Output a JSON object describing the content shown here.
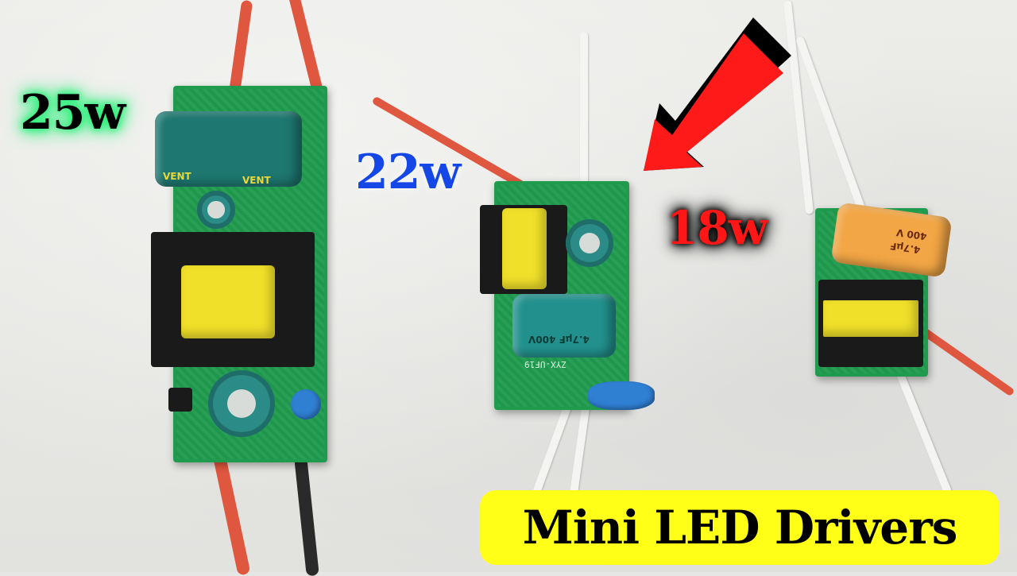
{
  "image": {
    "kind": "youtube-thumbnail",
    "subject": "three mini LED driver circuit boards on a white surface"
  },
  "labels": {
    "driver_25w": "25w",
    "driver_22w": "22w",
    "driver_18w": "18w"
  },
  "title_banner": {
    "text": "Mini LED Drivers"
  },
  "pcb_markings": {
    "board_22w_model": "ZYX-UF19",
    "board_22w_cap": "4.7µF 400V",
    "board_18w_cap_value": "4.7µF",
    "board_18w_cap_voltage": "400 V",
    "board_25w_cap_brand": "VENT"
  },
  "colors": {
    "label_25w_glow": "#2bf07a",
    "label_22w": "#1447e6",
    "label_18w": "#ff1717",
    "banner_bg": "#ffff17",
    "arrow": "#ff1a1a",
    "pcb_green": "#1f9b4e",
    "wire_red": "#e0573f",
    "wire_white": "#f4f4f2"
  },
  "icons": {
    "pointer": "red-arrow-icon"
  }
}
